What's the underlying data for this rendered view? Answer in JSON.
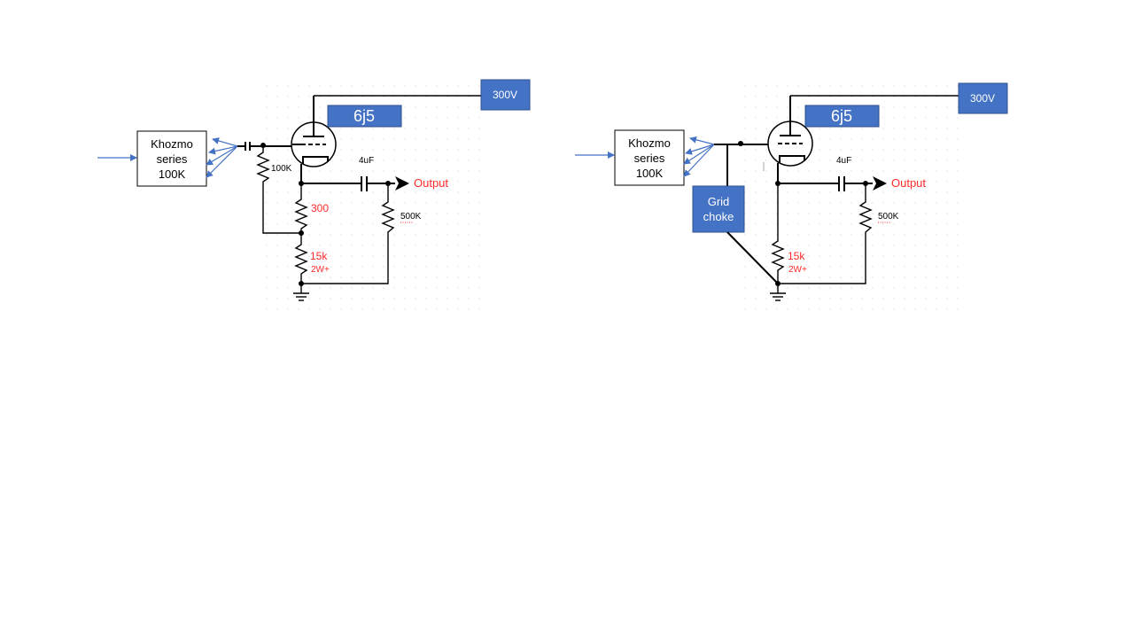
{
  "circuits": [
    {
      "id": "left",
      "input_box": {
        "line1": "Khozmo",
        "line2": "series",
        "line3": "100K"
      },
      "tube_label": "6j5",
      "supply_label": "300V",
      "grid_resistor": "100K",
      "cathode_resistor": "300",
      "lower_resistor": "15k",
      "lower_resistor_rating": "2W+",
      "coupling_cap": "4uF",
      "output_resistor": "500K",
      "output_label": "Output"
    },
    {
      "id": "right",
      "input_box": {
        "line1": "Khozmo",
        "line2": "series",
        "line3": "100K"
      },
      "tube_label": "6j5",
      "supply_label": "300V",
      "grid_choke": {
        "line1": "Grid",
        "line2": "choke"
      },
      "lower_resistor": "15k",
      "lower_resistor_rating": "2W+",
      "coupling_cap": "4uF",
      "output_resistor": "500K",
      "output_label": "Output"
    }
  ],
  "colors": {
    "accent_blue": "#4472c4",
    "annotation_red": "#ff2a2a"
  }
}
